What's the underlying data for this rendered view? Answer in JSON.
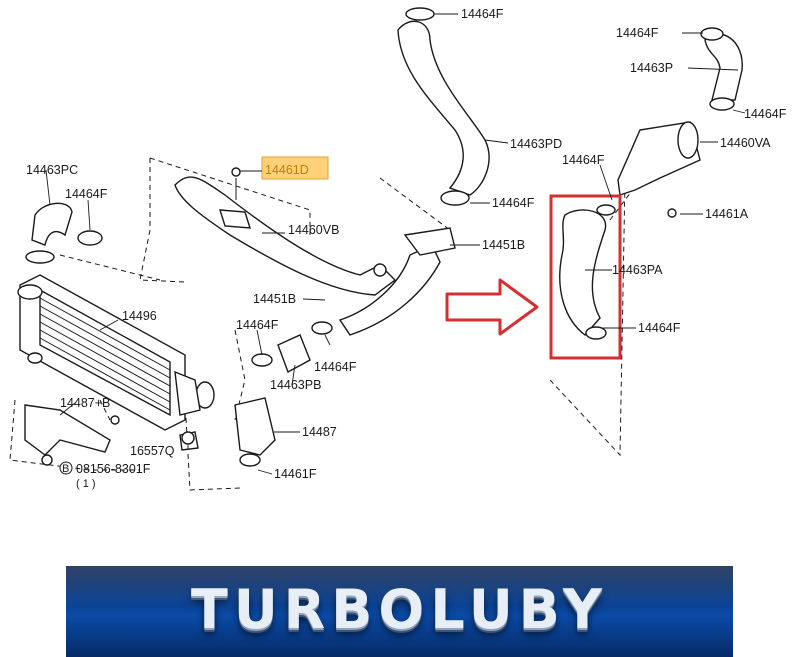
{
  "labels": {
    "l_14464F_top": "14464F",
    "l_14464F_tr": "14464F",
    "l_14463P": "14463P",
    "l_14464F_r": "14464F",
    "l_14460VA": "14460VA",
    "l_14463PD": "14463PD",
    "l_14464F_mid": "14464F",
    "l_14464F_rm": "14464F",
    "l_14461A": "14461A",
    "l_14463PC": "14463PC",
    "l_14464F_left": "14464F",
    "l_14461D": "14461D",
    "l_14460VB": "14460VB",
    "l_14451B_r": "14451B",
    "l_14463PA": "14463PA",
    "l_14464F_pa": "14464F",
    "l_14451B_l": "14451B",
    "l_14496": "14496",
    "l_14464F_c": "14464F",
    "l_14464F_c2": "14464F",
    "l_14463PB": "14463PB",
    "l_14487B": "14487+B",
    "l_14487": "14487",
    "l_16557Q": "16557Q",
    "l_08156": "08156-8301F",
    "l_08156_qty": "( 1 )",
    "l_B": "B",
    "l_14461F": "14461F"
  },
  "colors": {
    "highlight_fill": "#ffd27a",
    "highlight_box": "#d62f2f",
    "arrow": "#d62f2f",
    "line": "#1a1a1a"
  },
  "banner": {
    "text": "TURBOLUBY"
  }
}
